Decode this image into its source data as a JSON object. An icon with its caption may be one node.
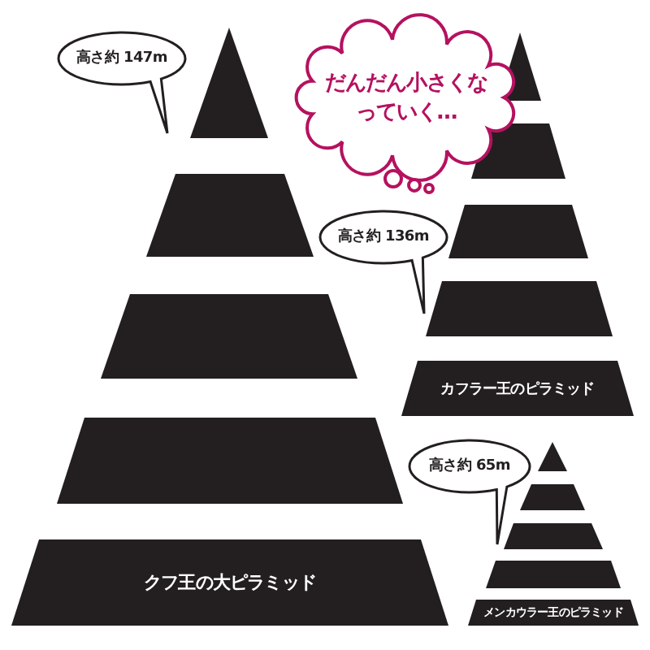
{
  "diagram": {
    "nodes": [
      {
        "text": [
          "クフ王の大ピラミッド"
        ]
      },
      {
        "text": [
          "カフラー王のピラミッド"
        ]
      },
      {
        "text": [
          "メンカウラー王のピラミッド"
        ]
      },
      {
        "text": [
          "高さ約 147m"
        ]
      },
      {
        "text": [
          "高さ約 136m"
        ]
      },
      {
        "text": [
          "高さ約 65m"
        ]
      },
      {
        "text": [
          "だんだん小さくなっていく…"
        ]
      }
    ]
  }
}
